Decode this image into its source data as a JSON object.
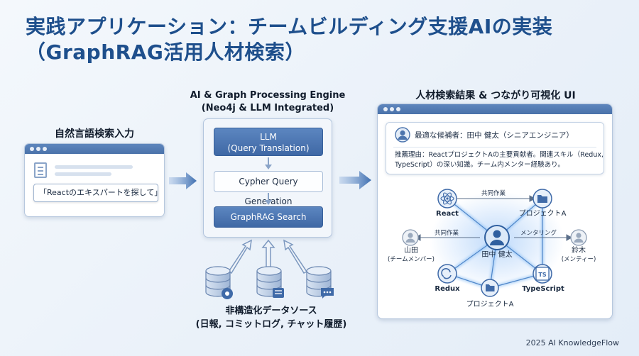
{
  "title": {
    "line1": "実践アプリケーション：チームビルディング支援AIの実装",
    "line2": "（GraphRAG活用人材検索）"
  },
  "search_panel": {
    "label": "自然言語検索入力",
    "query": "「Reactのエキスパートを探して」"
  },
  "engine": {
    "label_line1": "AI & Graph Processing Engine",
    "label_line2": "(Neo4j & LLM Integrated)",
    "steps": {
      "llm_line1": "LLM",
      "llm_line2": "(Query Translation)",
      "cypher": "Cypher Query Generation",
      "graphrag": "GraphRAG Search"
    }
  },
  "data_sources": {
    "label_line1": "非構造化データソース",
    "label_line2": "(日報, コミットログ, チャット履歴)"
  },
  "results": {
    "label": "人材検索結果 & つながり可視化 UI",
    "best_candidate": "最適な候補者：田中 健太（シニアエンジニア）",
    "reason_line1": "推薦理由：ReactプロジェクトAの主要貢献者。関連スキル（Redux,",
    "reason_line2": "TypeScript）の深い知識。チーム内メンター経験あり。"
  },
  "graph": {
    "nodes": {
      "react": "React",
      "project_a_top": "プロジェクトA",
      "yamada_line1": "山田",
      "yamada_line2": "(チームメンバー)",
      "tanaka_line1": "田中 健太",
      "suzuki_line1": "鈴木",
      "suzuki_line2": "(メンティー)",
      "redux": "Redux",
      "project_a_bottom": "プロジェクトA",
      "typescript": "TypeScript",
      "ts_badge": "TS"
    },
    "edges": {
      "coop_top": "共同作業",
      "coop_left": "共同作業",
      "mentoring": "メンタリング"
    }
  },
  "footer": "2025 AI KnowledgeFlow",
  "colors": {
    "accent": "#1e4f8c",
    "window_bar": "#4a72aa",
    "graph_glow": "#7fb4ee"
  }
}
